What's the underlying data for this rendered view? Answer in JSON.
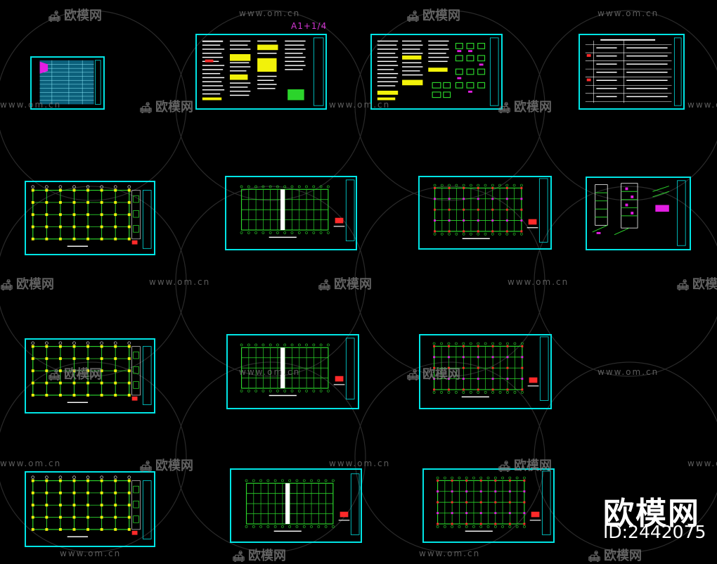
{
  "watermark": {
    "site": "www.om.cn",
    "logo": "欧模网",
    "logo_icon": "sofa-icon"
  },
  "sheet_scale_label": "A1+1/4",
  "brand": {
    "name": "欧模网",
    "id_label": "ID:2442075"
  },
  "colors": {
    "background": "#000000",
    "frame": "#00e5e5",
    "structure": "#2bd42b",
    "text_block": "#ffffff",
    "highlight_yellow": "#f2f20a",
    "highlight_magenta": "#e21ee2",
    "red_mark": "#ff2a2a",
    "watermark": "#7a7a7a"
  }
}
